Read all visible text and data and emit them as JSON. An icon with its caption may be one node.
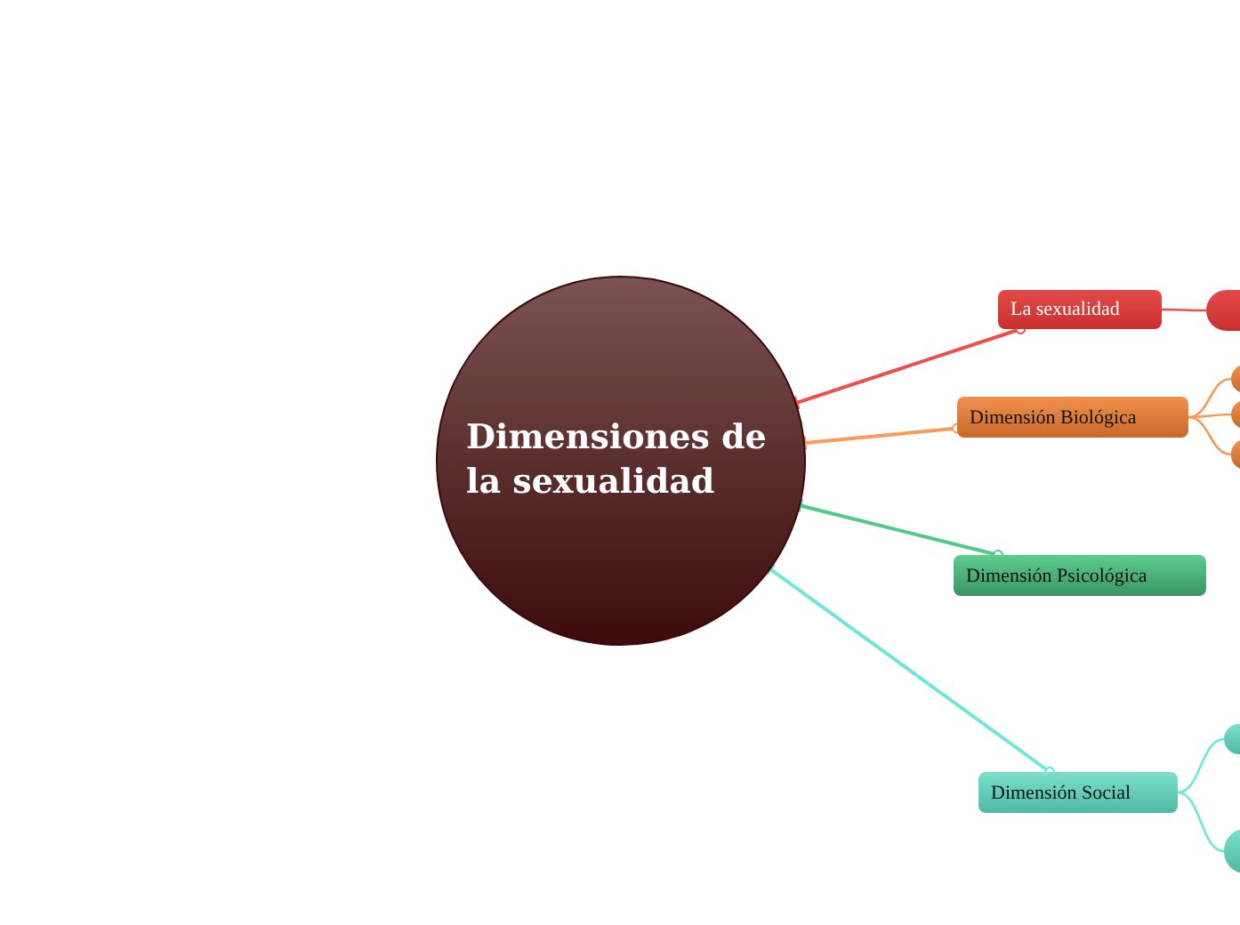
{
  "diagram": {
    "nodes": [
      {
        "text": [
          "Dimensiones de la sexualidad"
        ]
      },
      {
        "text": [
          "La sexualidad"
        ]
      },
      {
        "text": [
          "Dimensión Biológica"
        ]
      },
      {
        "text": [
          "Dimensión Psicológica"
        ]
      },
      {
        "text": [
          "Dimensión Social"
        ]
      },
      {
        "text": [],
        "shape": "box"
      },
      {
        "text": [],
        "shape": "box"
      },
      {
        "text": [],
        "shape": "box"
      },
      {
        "text": [],
        "shape": "box"
      },
      {
        "text": [],
        "shape": "box"
      },
      {
        "text": [],
        "shape": "box"
      }
    ],
    "edges": [
      {
        "from": 1,
        "to": 0,
        "arrow": "other",
        "color": "#ef4c4c"
      },
      {
        "from": 2,
        "to": 0,
        "arrow": "other",
        "color": "#f79a5a"
      },
      {
        "from": 3,
        "to": 0,
        "arrow": "other",
        "color": "#4fcb85"
      },
      {
        "from": 4,
        "to": 0,
        "arrow": "other",
        "color": "#6ee8d6"
      },
      {
        "from": 1,
        "to": 5,
        "arrow": "none",
        "color": "#ef4c4c"
      },
      {
        "from": 2,
        "to": 6,
        "arrow": "none",
        "color": "#f79a5a"
      },
      {
        "from": 2,
        "to": 7,
        "arrow": "none",
        "color": "#f79a5a"
      },
      {
        "from": 2,
        "to": 8,
        "arrow": "none",
        "color": "#f79a5a"
      },
      {
        "from": 4,
        "to": 9,
        "arrow": "none",
        "color": "#6ee8d6"
      },
      {
        "from": 4,
        "to": 10,
        "arrow": "none",
        "color": "#6ee8d6"
      }
    ]
  }
}
